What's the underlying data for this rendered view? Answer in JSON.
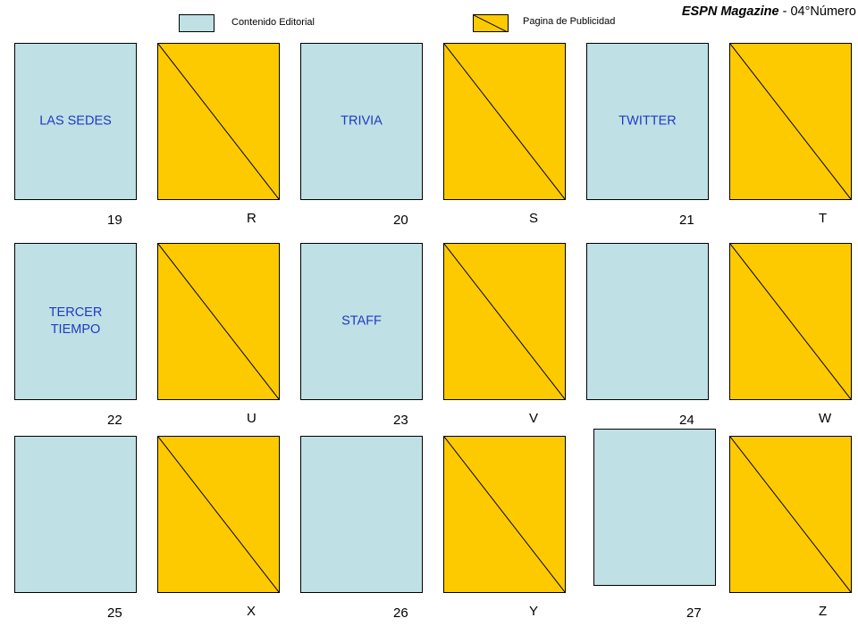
{
  "header": {
    "title_brand": "ESPN Magazine",
    "title_suffix": " - 04°Número"
  },
  "legend": {
    "editorial_label": "Contenido Editorial",
    "ad_label": "Pagina de Publicidad"
  },
  "colors": {
    "editorial": "#bfe0e4",
    "advertising": "#fdca00",
    "label_text": "#1f3ac6"
  },
  "rows": [
    {
      "pages": [
        {
          "type": "editorial",
          "label": "LAS SEDES",
          "number": "19"
        },
        {
          "type": "ad",
          "label": "",
          "number": "R"
        },
        {
          "type": "editorial",
          "label": "TRIVIA",
          "number": "20"
        },
        {
          "type": "ad",
          "label": "",
          "number": "S"
        },
        {
          "type": "editorial",
          "label": "TWITTER",
          "number": "21"
        },
        {
          "type": "ad",
          "label": "",
          "number": "T"
        }
      ]
    },
    {
      "pages": [
        {
          "type": "editorial",
          "label": "TERCER\nTIEMPO",
          "number": "22"
        },
        {
          "type": "ad",
          "label": "",
          "number": "U"
        },
        {
          "type": "editorial",
          "label": "STAFF",
          "number": "23"
        },
        {
          "type": "ad",
          "label": "",
          "number": "V"
        },
        {
          "type": "editorial",
          "label": "",
          "number": "24"
        },
        {
          "type": "ad",
          "label": "",
          "number": "W"
        }
      ]
    },
    {
      "pages": [
        {
          "type": "editorial",
          "label": "",
          "number": "25"
        },
        {
          "type": "ad",
          "label": "",
          "number": "X"
        },
        {
          "type": "editorial",
          "label": "",
          "number": "26"
        },
        {
          "type": "ad",
          "label": "",
          "number": "Y"
        },
        {
          "type": "editorial",
          "label": "",
          "number": "27"
        },
        {
          "type": "ad",
          "label": "",
          "number": "Z"
        }
      ]
    }
  ]
}
